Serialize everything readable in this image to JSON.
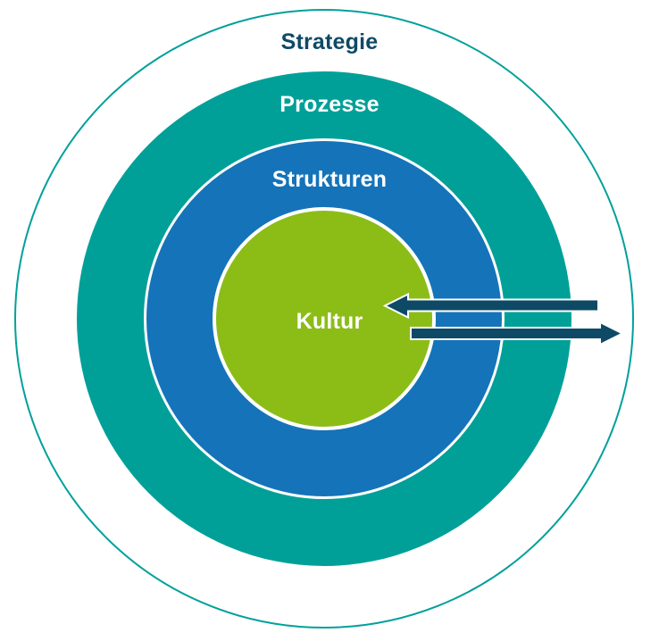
{
  "rings": [
    {
      "label": "Strategie",
      "fill_color": "#ffffff",
      "text_color": "#0E4A66"
    },
    {
      "label": "Prozesse",
      "fill_color": "#00A099",
      "text_color": "#ffffff"
    },
    {
      "label": "Strukturen",
      "fill_color": "#1573B9",
      "text_color": "#ffffff"
    },
    {
      "label": "Kultur",
      "fill_color": "#8CBD17",
      "text_color": "#ffffff"
    }
  ],
  "outline_color": "#00A09B",
  "arrows": {
    "inward_icon": "arrow-pointing-left-into-center",
    "outward_icon": "arrow-pointing-right-out-of-center",
    "color": "#0E4A66",
    "outline": "#ffffff"
  }
}
